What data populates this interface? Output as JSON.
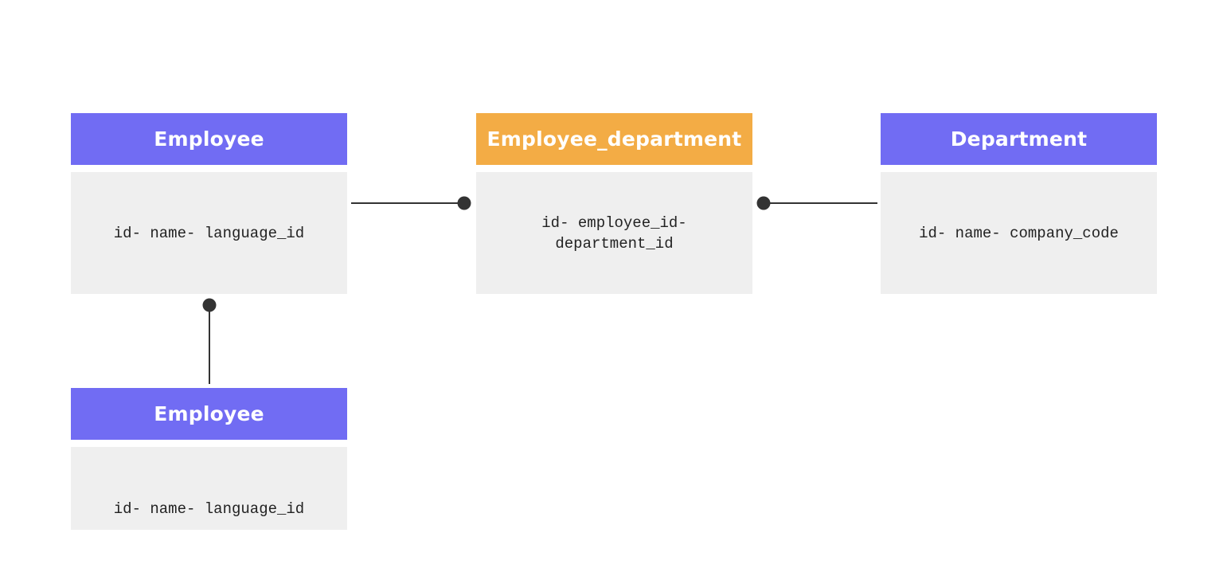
{
  "diagram": {
    "entities": {
      "employee_top": {
        "title": "Employee",
        "fields": "id- name- language_id"
      },
      "employee_department": {
        "title": "Employee_department",
        "fields": "id- employee_id- department_id"
      },
      "department": {
        "title": "Department",
        "fields": "id- name- company_code"
      },
      "employee_bottom": {
        "title": "Employee",
        "fields": "id- name- language_id"
      }
    },
    "colors": {
      "entity_header": "#716cf3",
      "junction_header": "#f3ac45",
      "entity_body": "#efefef",
      "connector": "#333333"
    }
  }
}
